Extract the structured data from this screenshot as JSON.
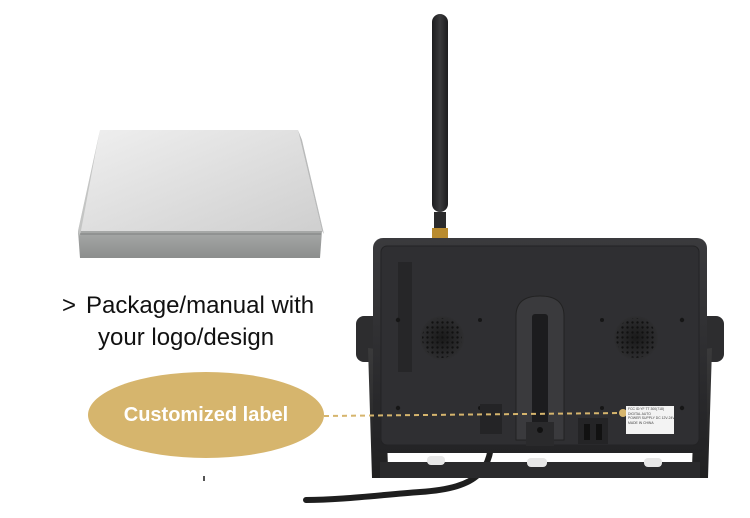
{
  "caption": {
    "marker": ">",
    "line1": "Package/manual with",
    "line2": "your logo/design"
  },
  "label_badge": {
    "text": "Customized label",
    "color": "#d6b56d"
  },
  "device_label": {
    "lines": [
      "FCC  ID:YF  TT  300(718)",
      "DIGITAL AUTO",
      "POWER SUPPLY DC 12V-24V",
      "MADE IN CHINA"
    ]
  },
  "colors": {
    "monitor": "#2b2b2e",
    "box": "#dcdcdc",
    "accent": "#d6b56d"
  }
}
